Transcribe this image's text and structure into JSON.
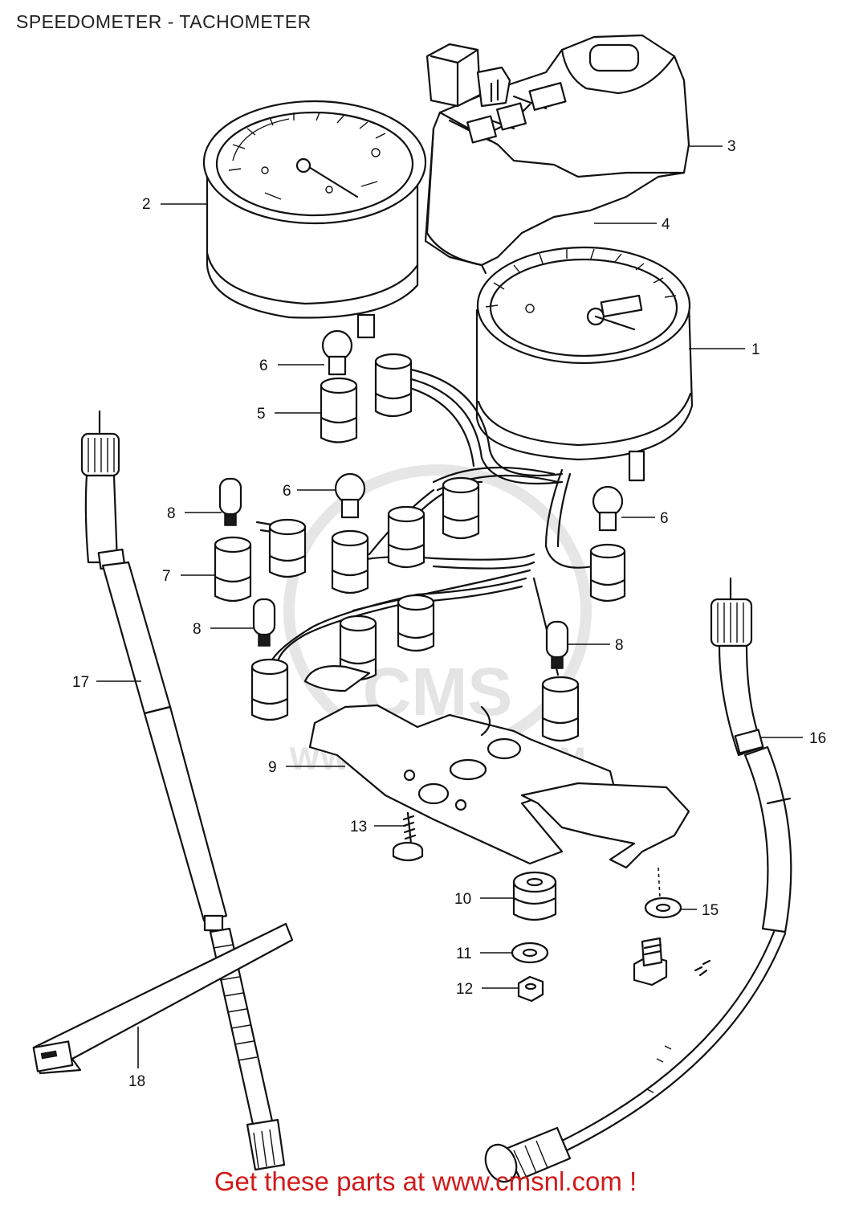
{
  "title": "SPEEDOMETER - TACHOMETER",
  "footer": "Get these parts at www.cmsnl.com !",
  "watermark": {
    "logo_text": "CMS",
    "url_text": "WWW.CMSNL.COM"
  },
  "callouts": [
    "1",
    "2",
    "3",
    "4",
    "5",
    "6",
    "6",
    "6",
    "7",
    "8",
    "8",
    "8",
    "9",
    "10",
    "11",
    "12",
    "13",
    "15",
    "16",
    "17",
    "18"
  ]
}
